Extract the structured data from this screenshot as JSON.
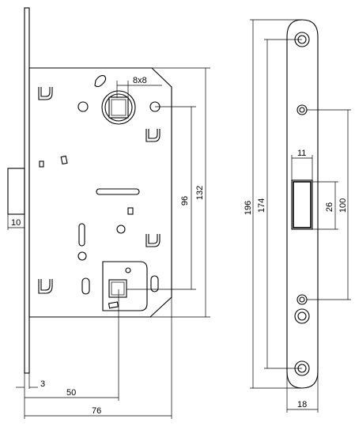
{
  "drawing": {
    "dimensions": {
      "spindle_square": "8x8",
      "handle_to_cylinder": "96",
      "case_height": "132",
      "latch_projection": "10",
      "faceplate_thickness": "3",
      "backset": "50",
      "case_depth": "76",
      "faceplate_length": "196",
      "screw_spacing": "174",
      "bolt_width": "11",
      "bolt_height": "26",
      "fixing_spacing": "100",
      "faceplate_width": "18"
    }
  }
}
